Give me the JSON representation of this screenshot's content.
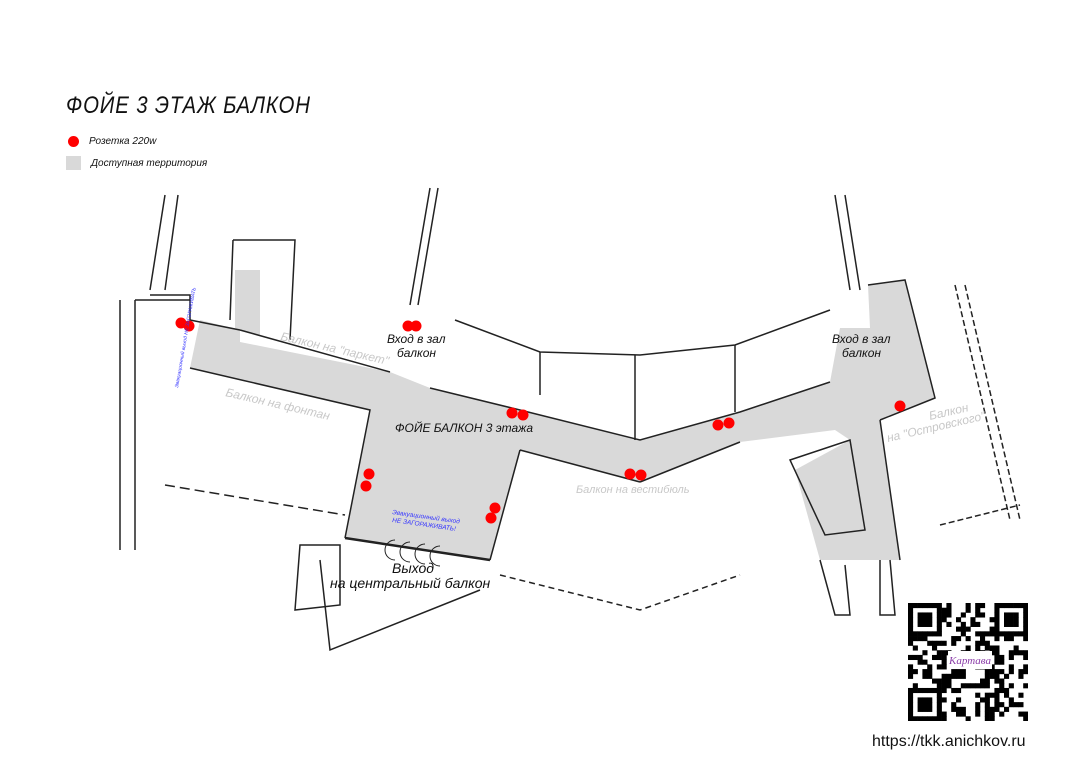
{
  "title": "ФОЙЕ 3 ЭТАЖ БАЛКОН",
  "legend": [
    {
      "label": "Розетка 220w",
      "icon": "red-dot",
      "color": "#ff0000"
    },
    {
      "label": "Доступная территория",
      "icon": "gray-square",
      "color": "#d9d9d9"
    }
  ],
  "labels": {
    "foyer": "ФОЙЕ БАЛКОН 3 этажа",
    "entrance_left_1": "Вход в зал",
    "entrance_left_2": "балкон",
    "entrance_right_1": "Вход в зал",
    "entrance_right_2": "балкон",
    "exit_1": "Выход",
    "exit_2": "на центральный балкон",
    "balcony_parquet": "Балкон на \"паркет\"",
    "balcony_fountain": "Балкон на фонтан",
    "balcony_vestibule": "Балкон на вестибюль",
    "balcony_ostrovsky_1": "Балкон",
    "balcony_ostrovsky_2": "на \"Островского\"",
    "evac_notice_1": "Эвакуационный выход",
    "evac_notice_2": "НЕ ЗАГОРАЖИВАТЬ!",
    "evac_notice_side": "Эвакуационный выход НЕ ЗАГОРАЖИВАТЬ"
  },
  "qr_logo_text": "Картава",
  "url": "https://tkk.anichkov.ru"
}
